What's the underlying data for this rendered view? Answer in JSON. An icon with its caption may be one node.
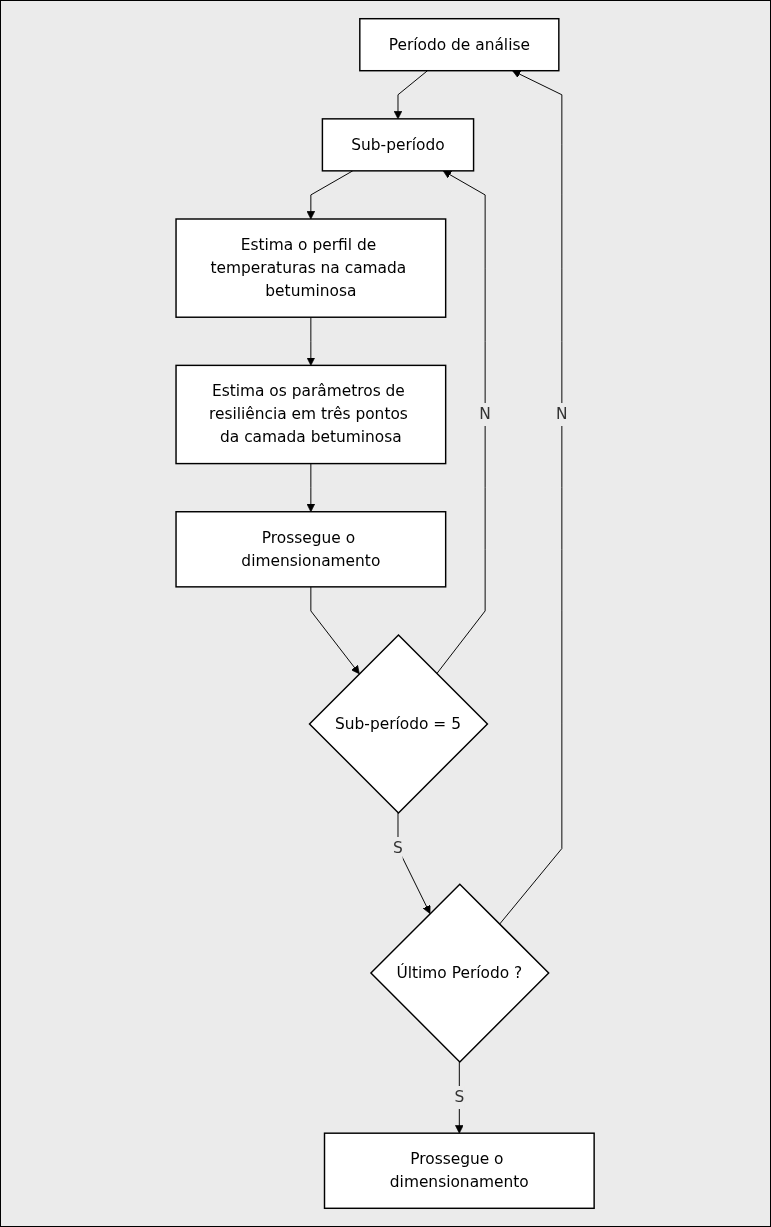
{
  "diagram": {
    "nodes": [
      {
        "text": [
          "Período de análise"
        ]
      },
      {
        "text": [
          "Sub-período"
        ]
      },
      {
        "text": [
          "Estima o perfil de temperaturas na camada betuminosa"
        ]
      },
      {
        "text": [
          "Estima os parâmetros de resiliência em três pontos da camada betuminosa"
        ]
      },
      {
        "text": [
          "Prossegue o dimensionamento"
        ]
      },
      {
        "text": [
          "Sub-período = 5"
        ]
      },
      {
        "text": [
          "Último Período ?"
        ]
      },
      {
        "text": [
          "Prossegue o dimensionamento"
        ]
      }
    ],
    "edges": [
      {
        "from": 0,
        "to": 1,
        "arrow": "to"
      },
      {
        "from": 1,
        "to": 2,
        "arrow": "to"
      },
      {
        "from": 2,
        "to": 3,
        "arrow": "to"
      },
      {
        "from": 3,
        "to": 4,
        "arrow": "to"
      },
      {
        "from": 4,
        "to": 5,
        "arrow": "to"
      },
      {
        "from": 5,
        "to": 1,
        "label": "N",
        "arrow": "to"
      },
      {
        "from": 5,
        "to": 6,
        "label": "S",
        "arrow": "to"
      },
      {
        "from": 6,
        "to": 0,
        "label": "N",
        "arrow": "to"
      },
      {
        "from": 6,
        "to": 7,
        "label": "S",
        "arrow": "to"
      }
    ]
  }
}
